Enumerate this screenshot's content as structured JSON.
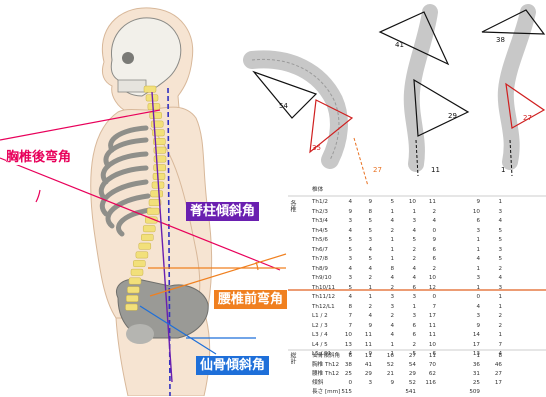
{
  "labels": {
    "thoracic_kyphosis": "胸椎後弯角",
    "spine_inclination": "脊柱傾斜角",
    "lumbar_lordosis": "腰椎前弯角",
    "sacral_slope": "仙骨傾斜角"
  },
  "colors": {
    "pink": "#e8005a",
    "purple": "#6a1fb0",
    "orange": "#f08020",
    "blue": "#1e6fd9",
    "spine_yellow": "#f2e07a",
    "plumb_blue": "#3030c0"
  },
  "xray_labels": {
    "left": {
      "upper": "54",
      "lower": "35",
      "slope": "27"
    },
    "middle": {
      "upper": "41",
      "lower": "29",
      "slope": "11"
    },
    "right": {
      "upper": "38",
      "lower": "27",
      "slope": "1"
    }
  },
  "table": {
    "header": "椎体",
    "group1": "各椎",
    "group2": "総計",
    "rows": [
      {
        "name": "Th1/2",
        "v": [
          "4",
          "9",
          "5",
          "10",
          "11",
          "",
          "9",
          "1"
        ]
      },
      {
        "name": "Th2/3",
        "v": [
          "9",
          "8",
          "1",
          "1",
          "2",
          "",
          "10",
          "3"
        ]
      },
      {
        "name": "Th3/4",
        "v": [
          "3",
          "5",
          "4",
          "3",
          "4",
          "",
          "6",
          "4"
        ]
      },
      {
        "name": "Th4/5",
        "v": [
          "4",
          "5",
          "2",
          "4",
          "0",
          "",
          "3",
          "5"
        ]
      },
      {
        "name": "Th5/6",
        "v": [
          "5",
          "3",
          "1",
          "5",
          "9",
          "",
          "1",
          "5"
        ]
      },
      {
        "name": "Th6/7",
        "v": [
          "5",
          "4",
          "1",
          "2",
          "6",
          "",
          "1",
          "3"
        ]
      },
      {
        "name": "Th7/8",
        "v": [
          "3",
          "5",
          "1",
          "2",
          "6",
          "",
          "4",
          "5"
        ]
      },
      {
        "name": "Th8/9",
        "v": [
          "4",
          "4",
          "8",
          "4",
          "2",
          "",
          "1",
          "2"
        ]
      },
      {
        "name": "Th9/10",
        "v": [
          "3",
          "2",
          "4",
          "4",
          "10",
          "",
          "3",
          "4"
        ]
      },
      {
        "name": "Th10/11",
        "v": [
          "5",
          "1",
          "2",
          "6",
          "12",
          "",
          "1",
          "3"
        ]
      },
      {
        "name": "Th11/12",
        "v": [
          "4",
          "1",
          "3",
          "3",
          "0",
          "",
          "0",
          "1"
        ]
      },
      {
        "name": "Th12/L1",
        "v": [
          "8",
          "2",
          "3",
          "1",
          "7",
          "",
          "4",
          "1"
        ]
      },
      {
        "name": "L1 / 2",
        "v": [
          "7",
          "4",
          "2",
          "3",
          "17",
          "",
          "3",
          "2"
        ]
      },
      {
        "name": "L2 / 3",
        "v": [
          "7",
          "9",
          "4",
          "6",
          "11",
          "",
          "9",
          "2"
        ]
      },
      {
        "name": "L3 / 4",
        "v": [
          "10",
          "11",
          "4",
          "6",
          "11",
          "",
          "14",
          "1"
        ]
      },
      {
        "name": "L4 / 5",
        "v": [
          "13",
          "11",
          "1",
          "2",
          "10",
          "",
          "17",
          "7"
        ]
      },
      {
        "name": "L5 / S1",
        "v": [
          "4",
          "9",
          "1",
          "5",
          "6",
          "",
          "13",
          "4"
        ]
      }
    ],
    "totals": [
      {
        "name": "仙骨傾斜角",
        "v": [
          "6",
          "11",
          "16",
          "27",
          "11",
          "",
          "1",
          "8"
        ]
      },
      {
        "name": "胸椎 Th12",
        "v": [
          "38",
          "41",
          "52",
          "54",
          "70",
          "",
          "36",
          "46"
        ]
      },
      {
        "name": "腰椎 Th12",
        "v": [
          "25",
          "29",
          "21",
          "29",
          "62",
          "",
          "31",
          "27"
        ]
      },
      {
        "name": "傾斜",
        "v": [
          "0",
          "3",
          "9",
          "52",
          "116",
          "",
          "25",
          "17"
        ]
      },
      {
        "name": "長さ [mm]",
        "v": [
          "515",
          "",
          "",
          "541",
          "",
          "",
          "509",
          ""
        ]
      }
    ]
  }
}
